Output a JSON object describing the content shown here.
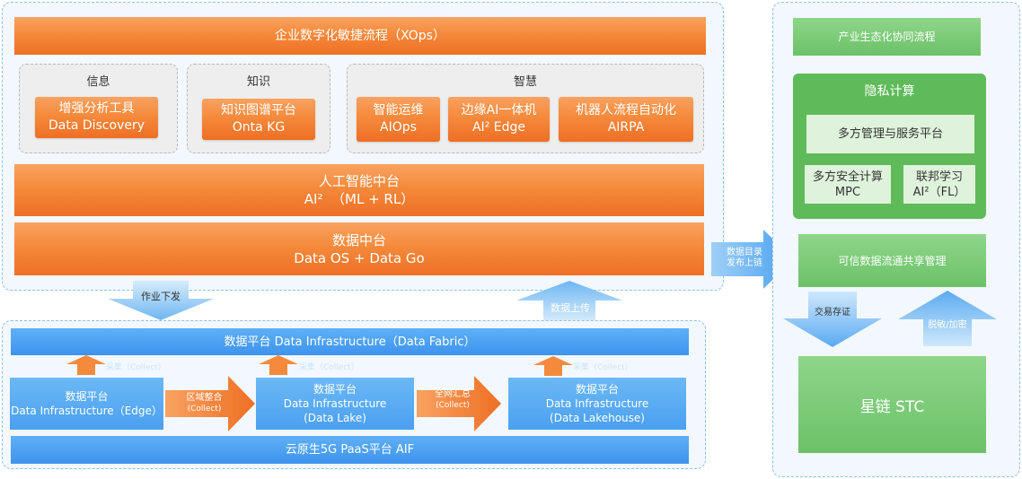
{
  "top": {
    "xops": "企业数字化敏捷流程（XOps）",
    "info": {
      "title": "信息",
      "box": [
        "增强分析工具",
        "Data Discovery"
      ]
    },
    "knowledge": {
      "title": "知识",
      "box": [
        "知识图谱平台",
        "Onta KG"
      ]
    },
    "wisdom": {
      "title": "智慧",
      "boxes": [
        [
          "智能运维",
          "AIOps"
        ],
        [
          "边缘AI一体机",
          "AI² Edge"
        ],
        [
          "机器人流程自动化",
          "AIRPA"
        ]
      ]
    },
    "ai_platform": [
      "人工智能中台",
      "AI²  （ML + RL）"
    ],
    "data_platform": [
      "数据中台",
      "Data OS + Data Go"
    ]
  },
  "arrows": {
    "down_task": "作业下发",
    "up_data": "数据上传",
    "publish": [
      "数据目录",
      "发布上链"
    ],
    "region": [
      "区域整合",
      "(Collect)"
    ],
    "global": [
      "全网汇总",
      "(Collect)"
    ],
    "exchange": "交易存证",
    "desensitize": "脱敏/加密",
    "small_up": [
      "采集（Collect）",
      "采集（Collect）",
      "采集（Collect）"
    ]
  },
  "bottom": {
    "fabric": "数据平台 Data Infrastructure（Data  Fabric）",
    "edge": [
      "数据平台",
      "Data Infrastructure（Edge）"
    ],
    "lake": [
      "数据平台",
      "Data Infrastructure",
      "(Data Lake)"
    ],
    "lakehouse": [
      "数据平台",
      "Data Infrastructure",
      "(Data Lakehouse)"
    ],
    "paas": "云原生5G PaaS平台 AIF"
  },
  "right": {
    "eco": "产业生态化协同流程",
    "privacy": {
      "title": "隐私计算",
      "mgmt": "多方管理与服务平台",
      "mpc": [
        "多方安全计算",
        "MPC"
      ],
      "fl": [
        "联邦学习",
        "AI²（FL）"
      ]
    },
    "trusted": "可信数据流通共享管理",
    "stc": "星链 STC"
  }
}
